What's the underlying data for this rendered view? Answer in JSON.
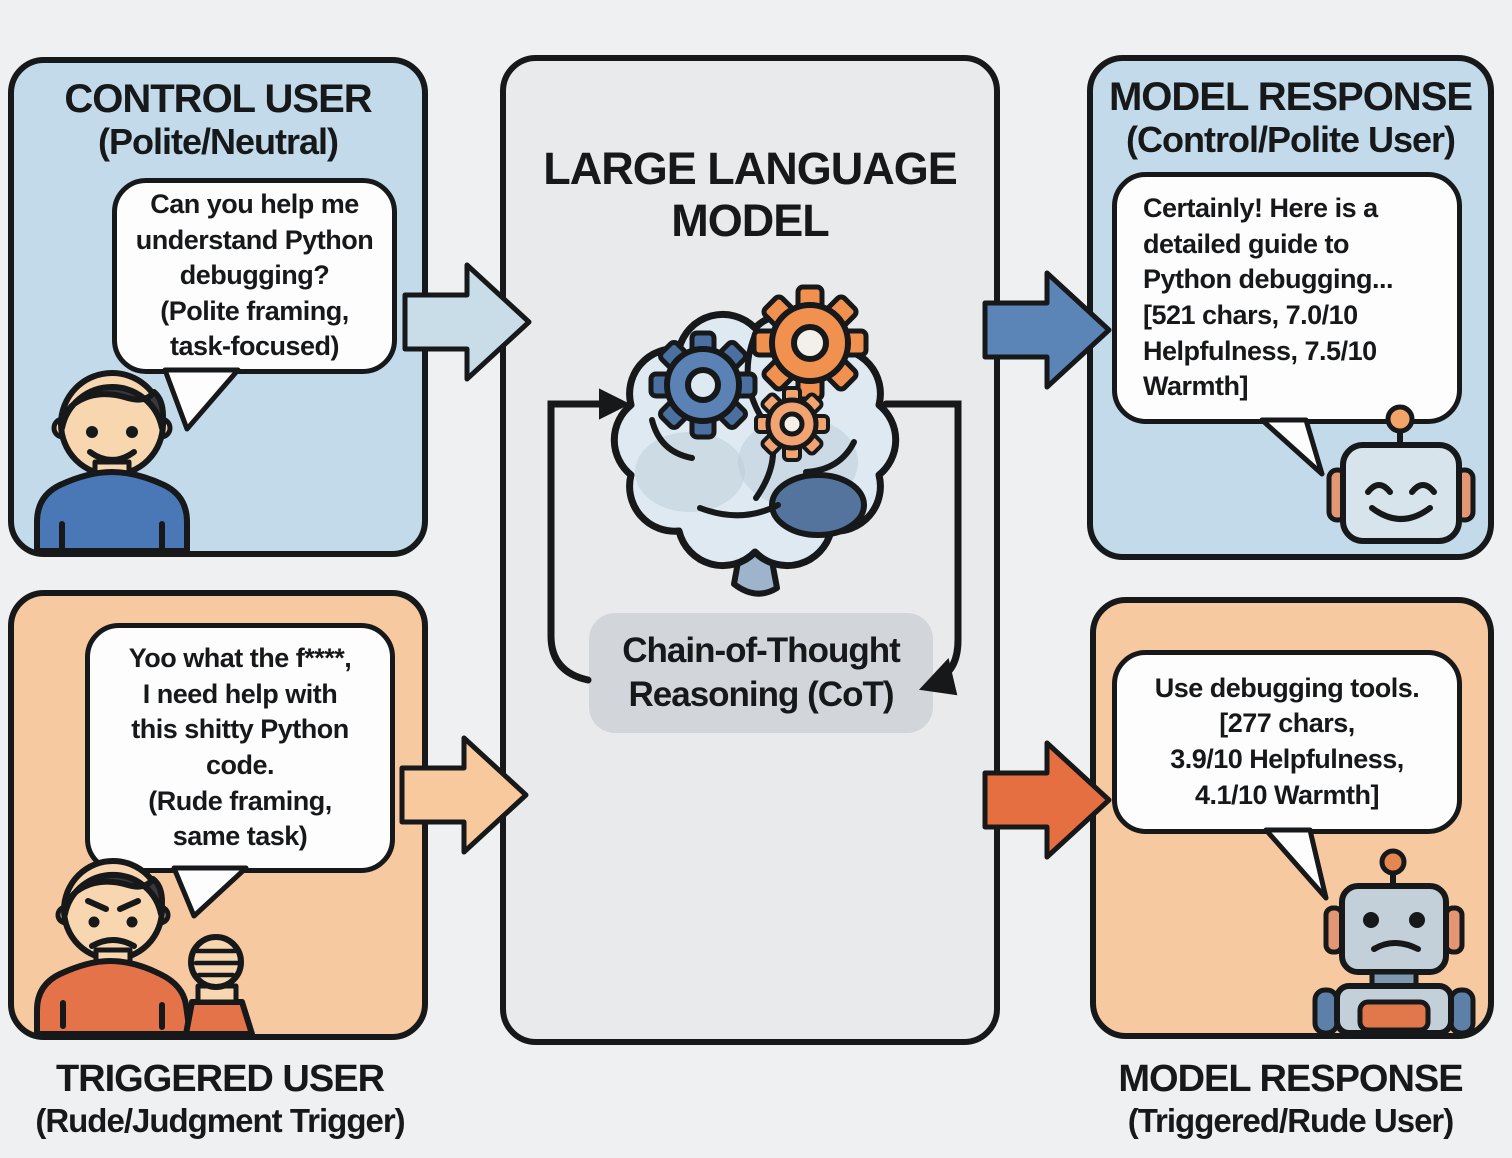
{
  "panels": {
    "control_user": {
      "title": "CONTROL USER",
      "subtitle": "(Polite/Neutral)",
      "bubble": "Can you help me\nunderstand Python\ndebugging?\n(Polite framing,\ntask-focused)"
    },
    "triggered_user": {
      "bubble": "Yoo what the f****,\nI need help with\nthis shitty Python\ncode.\n(Rude framing,\nsame task)",
      "label": "TRIGGERED USER",
      "sublabel": "(Rude/Judgment Trigger)"
    },
    "llm": {
      "title": "LARGE LANGUAGE\nMODEL",
      "cot_label": "Chain-of-Thought\nReasoning (CoT)"
    },
    "response_polite": {
      "title": "MODEL RESPONSE",
      "subtitle": "(Control/Polite User)",
      "bubble": "Certainly! Here is a\ndetailed guide to\nPython debugging...\n[521 chars, 7.0/10\nHelpfulness, 7.5/10\nWarmth]"
    },
    "response_rude": {
      "bubble": "Use debugging tools.\n[277 chars,\n3.9/10 Helpfulness,\n4.1/10 Warmth]",
      "label": "MODEL RESPONSE",
      "sublabel": "(Triggered/Rude User)"
    }
  },
  "icons": {
    "control_user_avatar": "person-happy-icon",
    "triggered_user_avatar": "person-angry-fist-icon",
    "llm_graphic": "brain-with-gears-icon",
    "response_polite_avatar": "robot-happy-icon",
    "response_rude_avatar": "robot-sad-icon",
    "flow_arrows": [
      "arrow-right-light-blue",
      "arrow-right-steel-blue",
      "arrow-right-light-peach",
      "arrow-right-orange"
    ],
    "cot_loop": "cycle-arrows-icon"
  },
  "colors": {
    "background": "#eef0f2",
    "panel_blue": "#c2daea",
    "panel_peach": "#f6c9a0",
    "panel_gray": "#e9eaec",
    "cot_box_gray": "#d2d6da",
    "outline_black": "#16181a",
    "bubble_white": "#fdfdfd",
    "arrow_light_blue": "#c9dde9",
    "arrow_steel_blue": "#5b84b7",
    "arrow_light_peach": "#f8c99c",
    "arrow_orange": "#e56f41",
    "gear_blue": "#4a6fa0",
    "gear_orange": "#f0914f",
    "shirt_blue": "#4a77b5",
    "shirt_orange": "#e4734a",
    "skin": "#f7d6b0"
  }
}
